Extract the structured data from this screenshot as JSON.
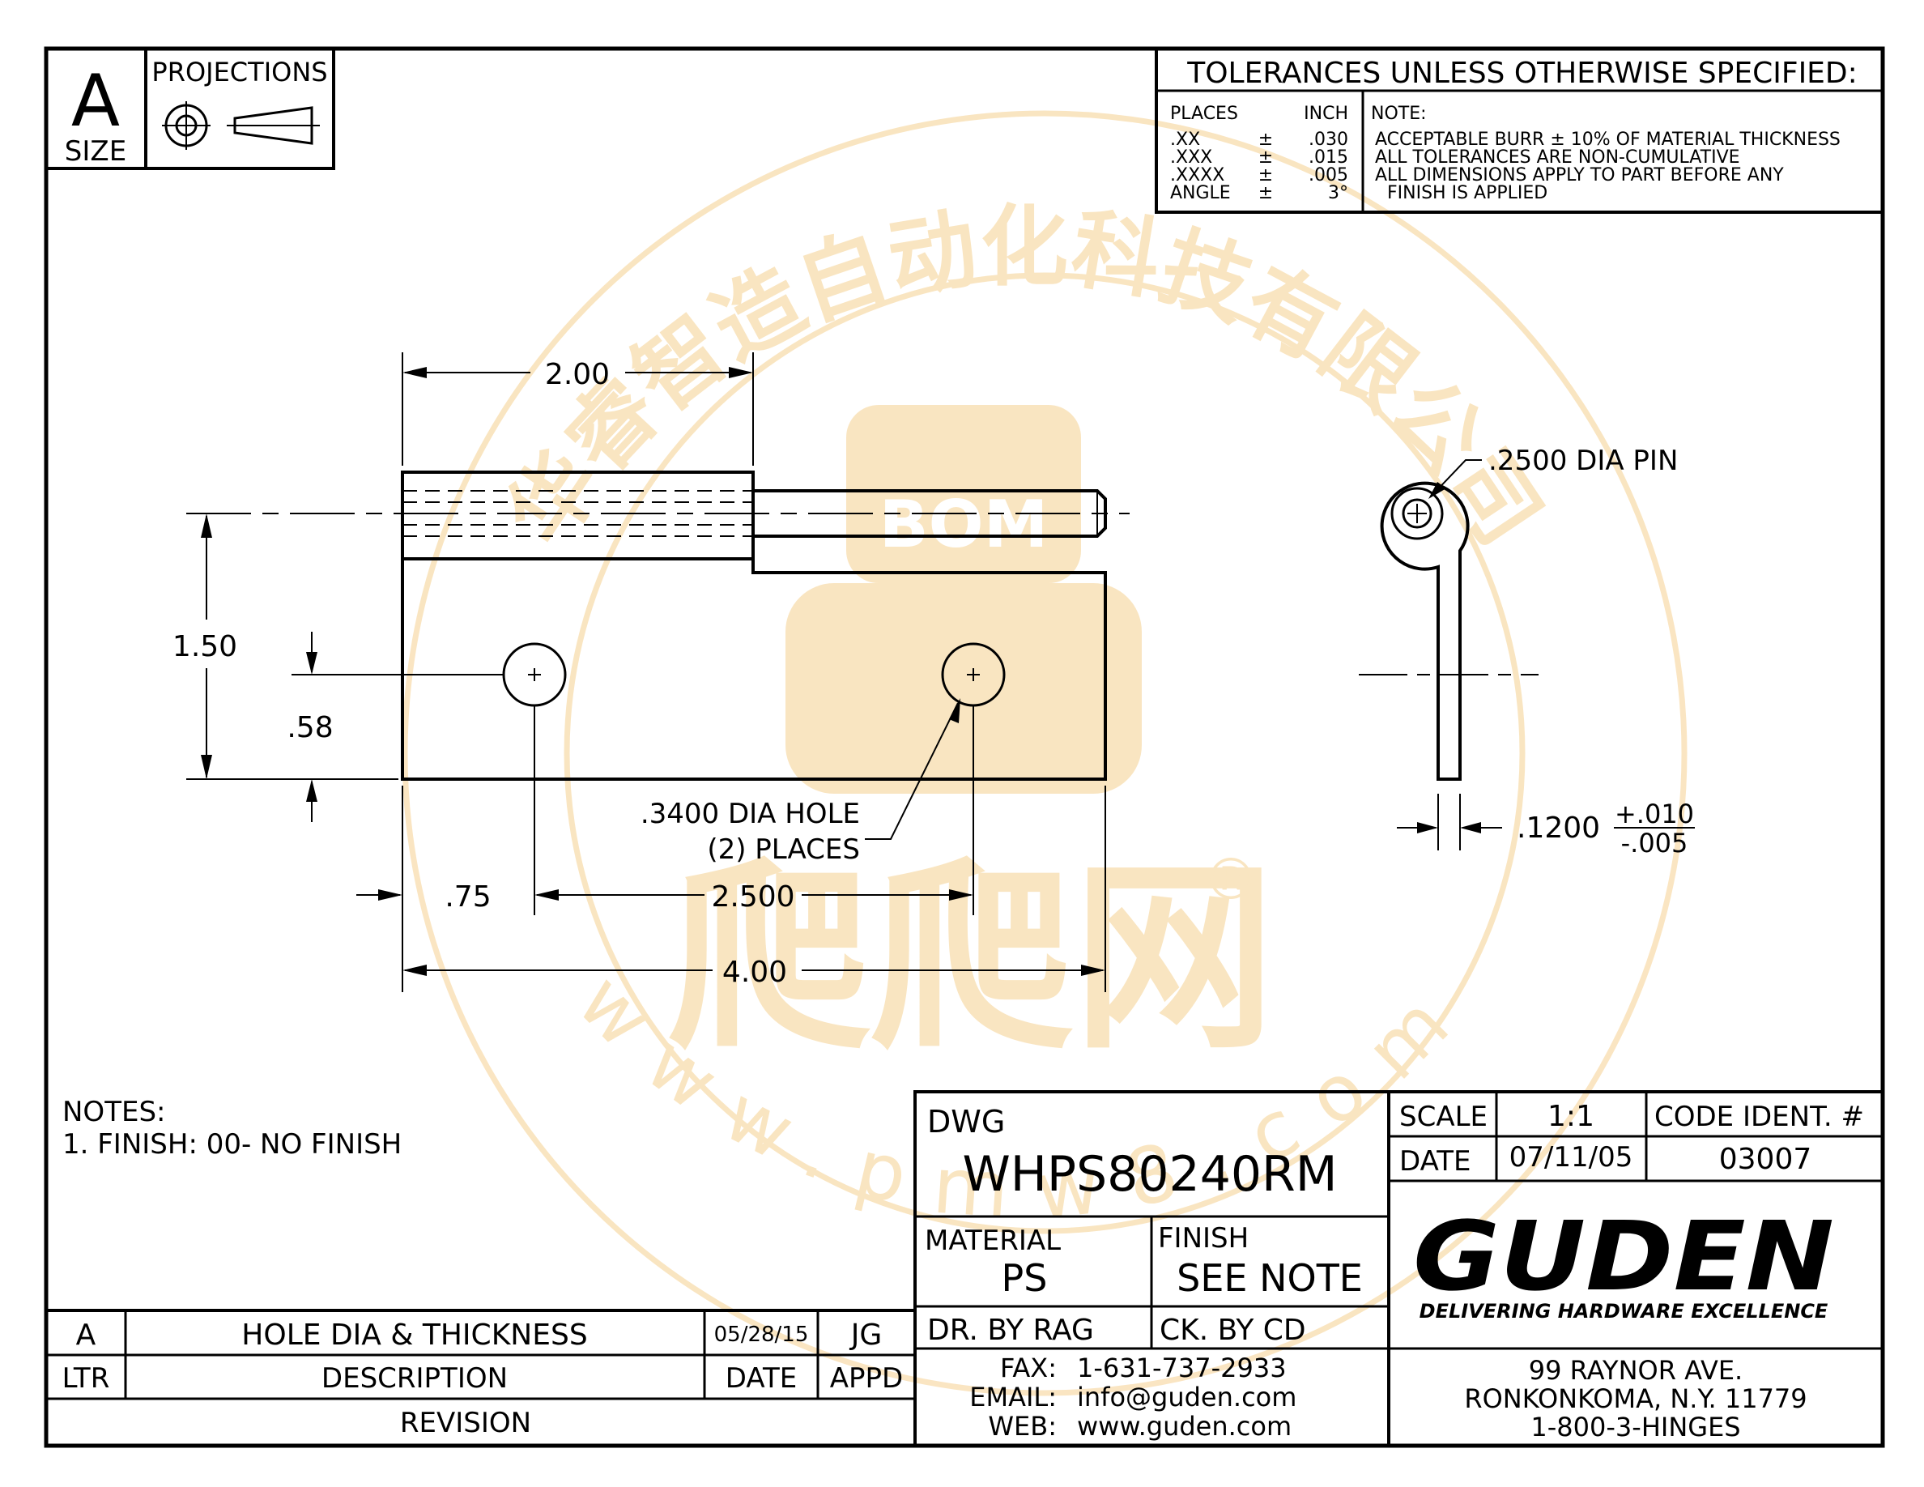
{
  "size_block": {
    "letter": "A",
    "label": "SIZE"
  },
  "projections_label": "PROJECTIONS",
  "tolerances": {
    "title": "TOLERANCES  UNLESS  OTHERWISE  SPECIFIED:",
    "places_header": "PLACES",
    "inch_header": "INCH",
    "rows": [
      {
        "place": ".XX",
        "pm": "±",
        "value": ".030"
      },
      {
        "place": ".XXX",
        "pm": "±",
        "value": ".015"
      },
      {
        "place": ".XXXX",
        "pm": "±",
        "value": ".005"
      },
      {
        "place": "ANGLE",
        "pm": "±",
        "value": "3°"
      }
    ],
    "note_header": "NOTE:",
    "notes": [
      "ACCEPTABLE  BURR  ±  10%  OF  MATERIAL  THICKNESS",
      "ALL  TOLERANCES  ARE  NON-CUMULATIVE",
      "ALL  DIMENSIONS  APPLY  TO  PART  BEFORE  ANY",
      "FINISH  IS  APPLIED"
    ]
  },
  "dimensions": {
    "top_length": "2.00",
    "height": "1.50",
    "hole_height": ".58",
    "hole_offset": ".75",
    "hole_spacing": "2.500",
    "overall_length": "4.00",
    "hole_note_1": ".3400  DIA  HOLE",
    "hole_note_2": "(2)  PLACES",
    "pin_note": ".2500  DIA  PIN",
    "thickness": ".1200",
    "thickness_plus": "+.010",
    "thickness_minus": "-.005"
  },
  "watermark": {
    "arc_text": "华睿智造自动化科技有限公司",
    "bom": "BOM",
    "site": "www.pmw8.com",
    "big": "爬爬网",
    "registered": "®"
  },
  "notes": {
    "header": "NOTES:",
    "items": [
      "1.  FINISH:  00-  NO  FINISH"
    ]
  },
  "revision": {
    "ltr": "A",
    "description": "HOLE  DIA  &  THICKNESS",
    "date": "05/28/15",
    "appd": "JG",
    "ltr_header": "LTR",
    "description_header": "DESCRIPTION",
    "date_header": "DATE",
    "appd_header": "APPD",
    "footer": "REVISION"
  },
  "title_block": {
    "dwg_label": "DWG",
    "dwg_number": "WHPS80240RM",
    "scale_label": "SCALE",
    "scale": "1:1",
    "code_ident_label": "CODE  IDENT.  #",
    "date_label": "DATE",
    "date": "07/11/05",
    "code_ident": "03007",
    "material_label": "MATERIAL",
    "material": "PS",
    "finish_label": "FINISH",
    "finish": "SEE  NOTE",
    "drawn_by": "DR.  BY  RAG",
    "checked_by": "CK.  BY   CD",
    "fax_label": "FAX:",
    "fax": "1-631-737-2933",
    "email_label": "EMAIL:",
    "email": "info@guden.com",
    "web_label": "WEB:",
    "web": "www.guden.com",
    "logo": "GUDEN",
    "tagline": "DELIVERING HARDWARE EXCELLENCE",
    "address_1": "99  RAYNOR  AVE.",
    "address_2": "RONKONKOMA,  N.Y.  11779",
    "address_3": "1-800-3-HINGES"
  },
  "colors": {
    "line": "#000000",
    "watermark": "#f5d08f",
    "background": "#ffffff"
  },
  "icons": [
    "concentric-circles-projection-icon",
    "truncated-cone-projection-icon"
  ]
}
